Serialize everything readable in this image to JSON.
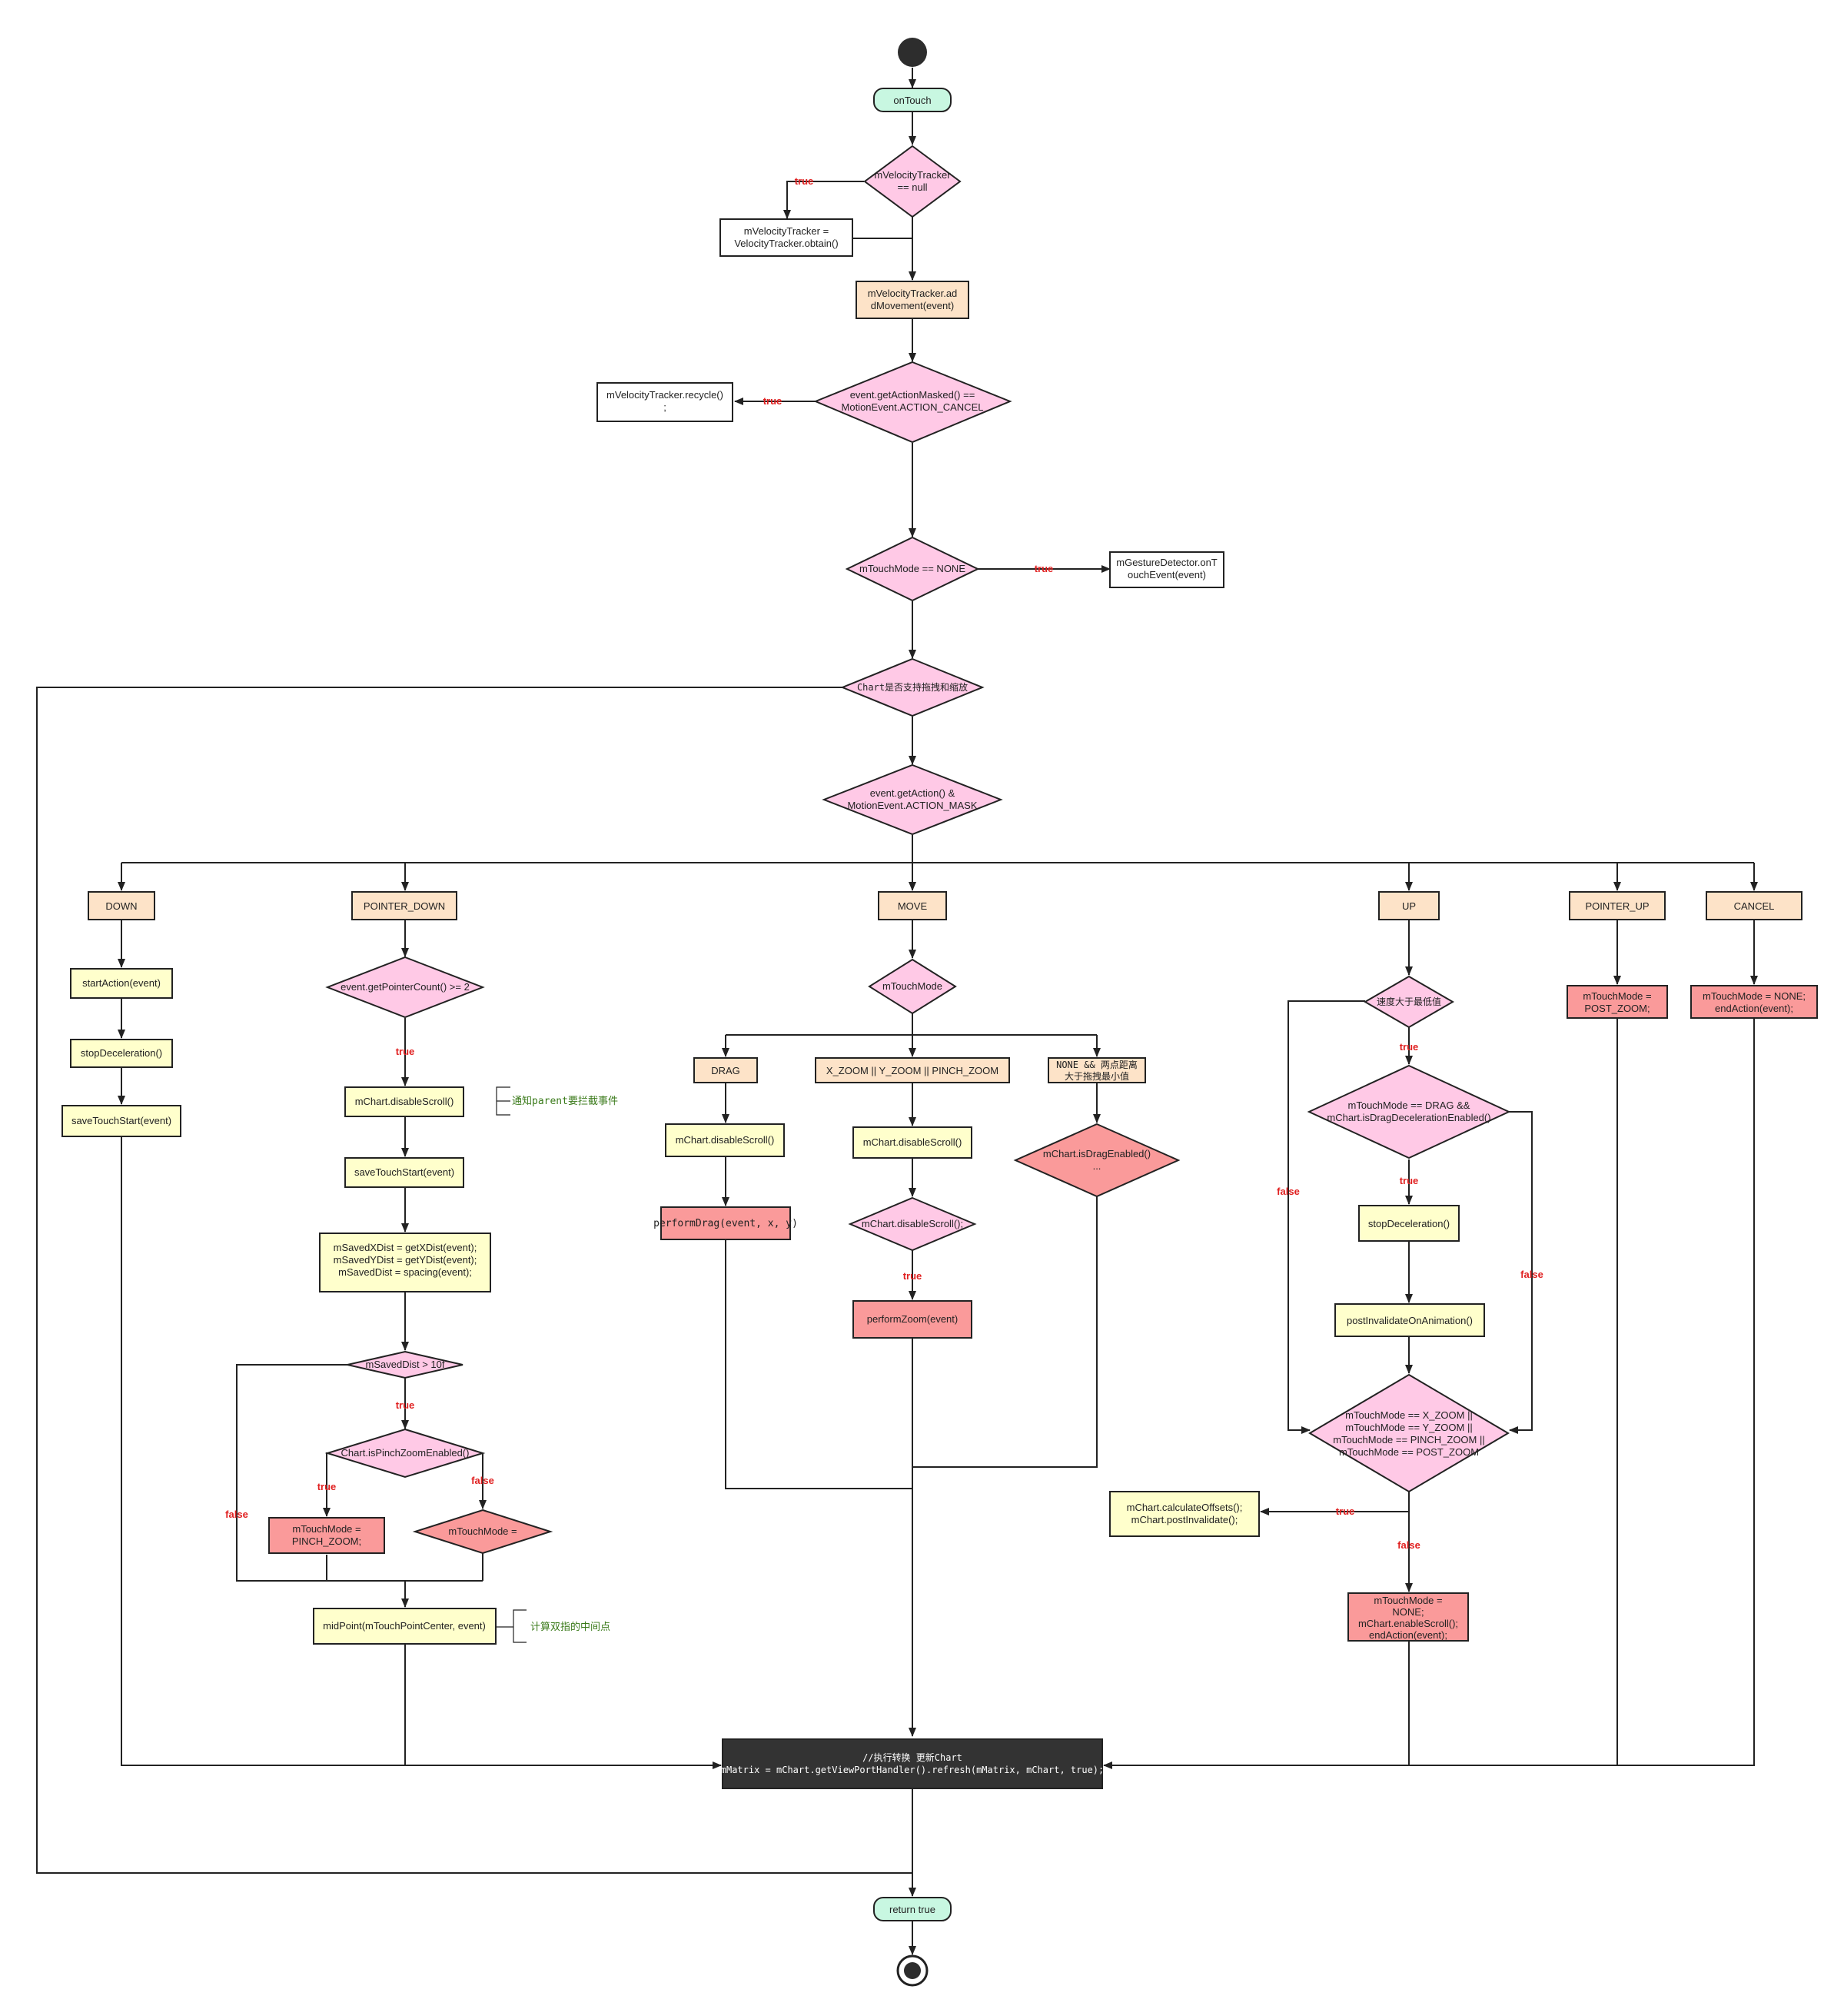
{
  "texts": {
    "onTouch": "onTouch",
    "vtNull1": "mVelocityTracker",
    "vtNull2": "== null",
    "vtObtain1": "mVelocityTracker =",
    "vtObtain2": "VelocityTracker.obtain()",
    "addMove1": "mVelocityTracker.ad",
    "addMove2": "dMovement(event)",
    "cancel1": "event.getActionMasked() ==",
    "cancel2": "MotionEvent.ACTION_CANCEL",
    "recycle1": "mVelocityTracker.recycle()",
    "recycle2": ";",
    "modeNone": "mTouchMode == NONE",
    "gesture1": "mGestureDetector.onT",
    "gesture2": "ouchEvent(event)",
    "support": "Chart是否支持拖拽和缩放",
    "action1": "event.getAction() &",
    "action2": "MotionEvent.ACTION_MASK",
    "caseDown": "DOWN",
    "casePointerDown": "POINTER_DOWN",
    "caseMove": "MOVE",
    "caseUp": "UP",
    "casePointerUp": "POINTER_UP",
    "caseCancel": "CANCEL",
    "startAction": "startAction(event)",
    "stopDecel": "stopDeceleration()",
    "saveTouch": "saveTouchStart(event)",
    "pointerCount": "event.getPointerCount() >= 2",
    "disableScroll": "mChart.disableScroll()",
    "noteParent": "通知parent要拦截事件",
    "savedDist1": "mSavedXDist = getXDist(event);",
    "savedDist2": "mSavedYDist = getYDist(event);",
    "savedDist3": "mSavedDist = spacing(event);",
    "savedGt": "mSavedDist > 10f",
    "pinchEnabled": "Chart.isPinchZoomEnabled()",
    "pinchZoom1": "mTouchMode =",
    "pinchZoom2": "PINCH_ZOOM;",
    "modeEq": "mTouchMode =",
    "midPoint": "midPoint(mTouchPointCenter, event)",
    "noteMid": "计算双指的中间点",
    "moveMode": "mTouchMode",
    "drag": "DRAG",
    "zoomCase": "X_ZOOM || Y_ZOOM || PINCH_ZOOM",
    "noneCase1": "NONE && 两点距离",
    "noneCase2": "大于拖拽最小值",
    "performDrag": "performDrag(event, x, y)",
    "zoomDisable": "mChart.disableScroll();",
    "performZoom": "performZoom(event)",
    "dragEnabled1": "mChart.isDragEnabled()",
    "dragEnabled2": "...",
    "velocity": "速度大于最低值",
    "dragDecel1": "mTouchMode == DRAG &&",
    "dragDecel2": "mChart.isDragDecelerationEnabled()",
    "postInv": "postInvalidateOnAnimation()",
    "zoomModes1": "mTouchMode == X_ZOOM ||",
    "zoomModes2": "mTouchMode == Y_ZOOM ||",
    "zoomModes3": "mTouchMode == PINCH_ZOOM ||",
    "zoomModes4": "mTouchMode == POST_ZOOM",
    "calcOffsets1": "mChart.calculateOffsets();",
    "calcOffsets2": "mChart.postInvalidate();",
    "upEnd1": "mTouchMode =",
    "upEnd2": "NONE;",
    "upEnd3": "mChart.enableScroll();",
    "upEnd4": "endAction(event);",
    "postZoom1": "mTouchMode =",
    "postZoom2": "POST_ZOOM;",
    "cancelEnd1": "mTouchMode = NONE;",
    "cancelEnd2": "endAction(event);",
    "refresh1": "//执行转换 更新Chart",
    "refresh2": "mMatrix = mChart.getViewPortHandler().refresh(mMatrix, mChart, true);",
    "returnTrue": "return true",
    "lblTrue": "true",
    "lblFalse": "false"
  },
  "colors": {
    "terminal": "#c8f7e1",
    "decision": "#ffc9e6",
    "caseBox": "#fde3c8",
    "action": "#ffffcc",
    "emphasis": "#fa9a9a",
    "plain": "#ffffff",
    "refreshBox": "#333333",
    "edge": "#222222",
    "guardLabel": "#e02020",
    "note": "#3a7a1a"
  }
}
